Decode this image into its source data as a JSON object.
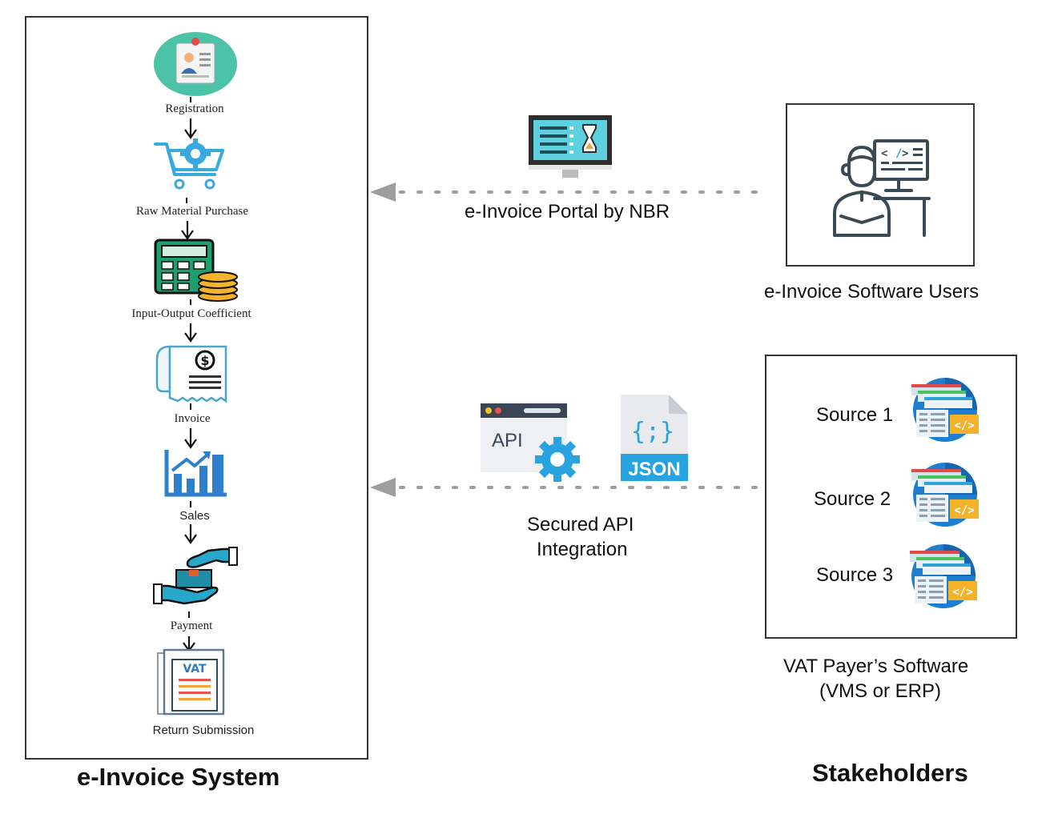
{
  "system": {
    "title": "e-Invoice System",
    "steps": [
      {
        "label": "Registration",
        "icon": "id-card-icon"
      },
      {
        "label": "Raw Material Purchase",
        "icon": "cart-gear-icon"
      },
      {
        "label": "Input-Output Coefficient",
        "icon": "calculator-coins-icon"
      },
      {
        "label": "Invoice",
        "icon": "invoice-receipt-icon"
      },
      {
        "label": "Sales",
        "icon": "bar-chart-icon"
      },
      {
        "label": "Payment",
        "icon": "hands-exchange-icon"
      },
      {
        "label": "Return Submission",
        "icon": "vat-document-icon"
      }
    ]
  },
  "connections": {
    "portal_label": "e-Invoice Portal by NBR",
    "api_label_line1": "Secured API",
    "api_label_line2": "Integration",
    "api_icon_text": "API",
    "json_icon_text": "JSON",
    "json_braces": "{;}"
  },
  "stakeholders": {
    "title": "Stakeholders",
    "software_users_label": "e-Invoice Software Users",
    "vat_payer_label_line1": "VAT Payer’s Software",
    "vat_payer_label_line2": "(VMS or ERP)",
    "sources": [
      "Source 1",
      "Source 2",
      "Source 3"
    ]
  },
  "vat_icon_text": "VAT"
}
